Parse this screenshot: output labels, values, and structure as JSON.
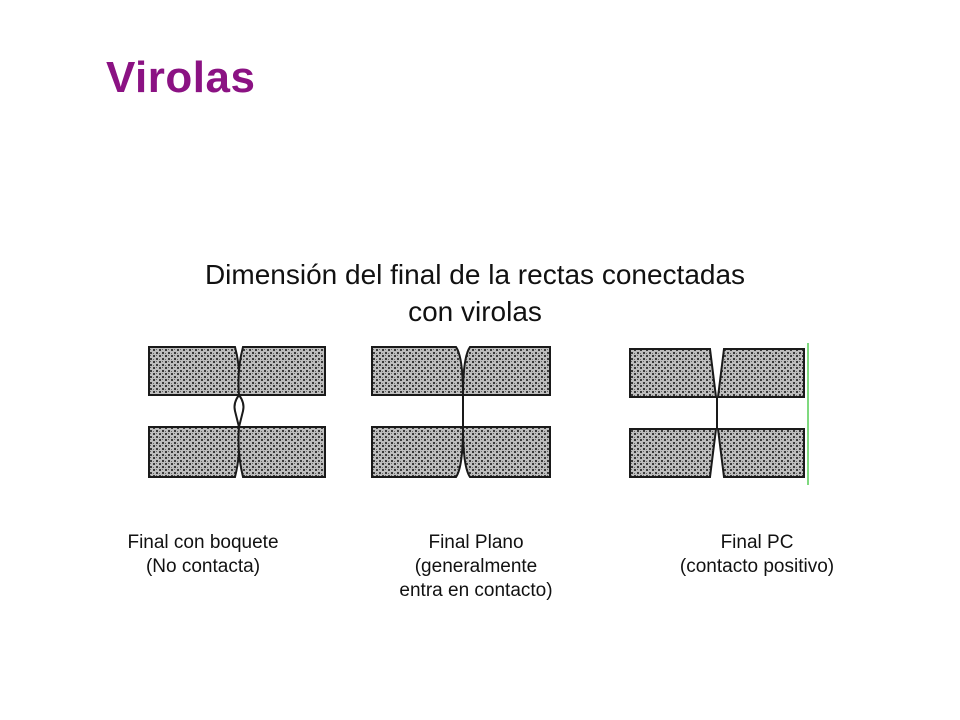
{
  "slide": {
    "title": "Virolas",
    "subtitle_line1": "Dimensión del final de la rectas conectadas",
    "subtitle_line2": "con virolas"
  },
  "figures": [
    {
      "name": "final-con-boquete",
      "caption_lines": [
        "Final con boquete",
        "(No contacta)",
        ""
      ]
    },
    {
      "name": "final-plano",
      "caption_lines": [
        "Final Plano",
        "(generalmente",
        "entra en contacto)"
      ]
    },
    {
      "name": "final-pc",
      "caption_lines": [
        "Final PC",
        "(contacto positivo)",
        ""
      ]
    }
  ],
  "colors": {
    "title": "#8b1283",
    "fill_pattern": "#8a8a8a",
    "outline": "#1a1a1a",
    "edge_line": "#7fd97f"
  }
}
